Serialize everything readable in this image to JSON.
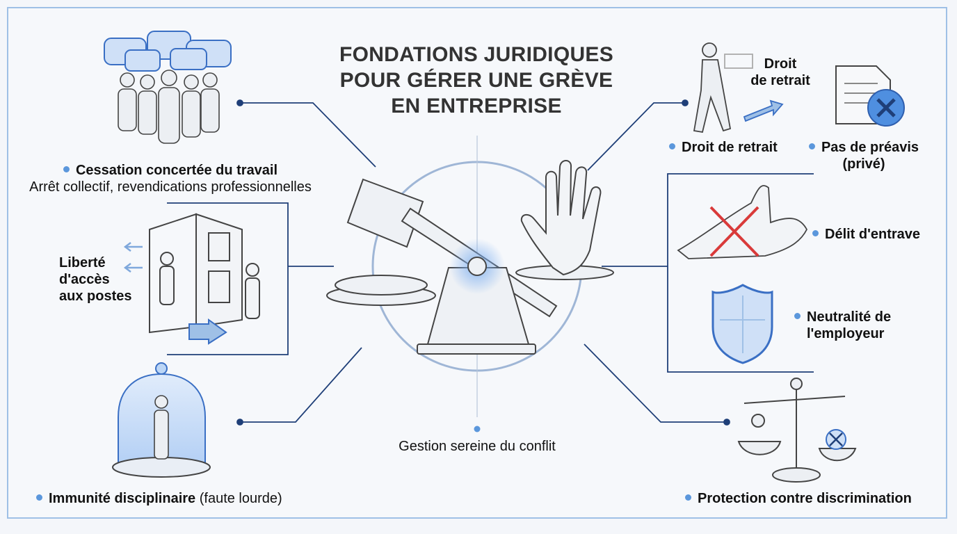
{
  "title_lines": [
    "FONDATIONS JURIDIQUES",
    "POUR GÉRER UNE GRÈVE",
    "EN ENTREPRISE"
  ],
  "left": {
    "cessation": {
      "title": "Cessation concertée du travail",
      "subtitle": "Arrêt collectif, revendications professionnelles"
    },
    "liberte": {
      "lines": [
        "Liberté",
        "d'accès",
        "aux postes"
      ]
    },
    "immunite": {
      "title": "Immunité disciplinaire",
      "suffix": "(faute lourde)"
    }
  },
  "center": {
    "caption": "Gestion sereine du conflit"
  },
  "right": {
    "droit_retrait_sign": {
      "lines": [
        "Droit",
        "de retrait"
      ]
    },
    "droit_retrait": {
      "title": "Droit de retrait"
    },
    "pas_preavis": {
      "lines": [
        "Pas de préavis",
        "(privé)"
      ]
    },
    "delit": {
      "title": "Délit d'entrave"
    },
    "neutralite": {
      "lines": [
        "Neutralité de",
        "l'employeur"
      ]
    },
    "protection": {
      "title": "Protection contre discrimination"
    }
  },
  "colors": {
    "accent": "#5b97dc",
    "line": "#1f3f78",
    "frame": "#9fc0e6",
    "cross_red": "#d93a3a",
    "glow": "#7fb0f0"
  },
  "icons": [
    "crowd-speech-icon",
    "door-exit-icon",
    "glass-dome-icon",
    "gavel-icon",
    "raised-hand-icon",
    "walking-person-icon",
    "document-cancel-icon",
    "hand-stop-icon",
    "shield-icon",
    "balance-scale-icon"
  ]
}
